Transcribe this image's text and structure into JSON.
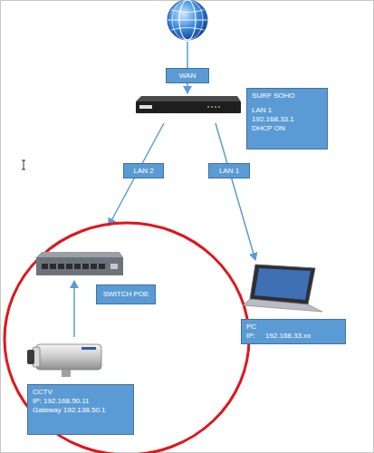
{
  "diagram": {
    "nodes": [
      {
        "text": [
          "WAN"
        ]
      },
      {
        "text": [
          "SURF SOHO",
          "LAN 1",
          "192.168.33.1",
          "DHCP ON"
        ]
      },
      {
        "text": [
          "LAN 2"
        ]
      },
      {
        "text": [
          "LAN 1"
        ]
      },
      {
        "text": [
          "SWITCH POE"
        ]
      },
      {
        "text": [
          "PC",
          "IP:     192.168.33.xx"
        ]
      },
      {
        "text": [
          "CCTV",
          "IP: 192.168.50.11",
          "Gateway 192.138.50.1"
        ]
      }
    ]
  }
}
